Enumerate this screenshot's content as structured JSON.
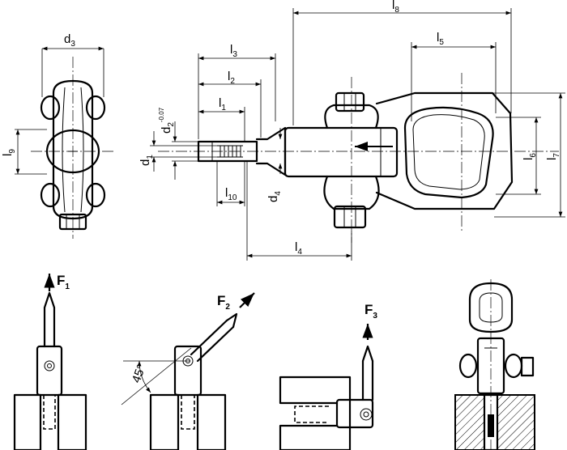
{
  "dimensions": {
    "d3": {
      "main": "d",
      "sub": "3"
    },
    "l9": {
      "main": "l",
      "sub": "9"
    },
    "l3": {
      "main": "l",
      "sub": "3"
    },
    "l2": {
      "main": "l",
      "sub": "2"
    },
    "l1": {
      "main": "l",
      "sub": "1"
    },
    "d2": {
      "main": "d",
      "sub": "2",
      "sup": "-0.07"
    },
    "d1": {
      "main": "d",
      "sub": "1"
    },
    "l10": {
      "main": "l",
      "sub": "10"
    },
    "d4": {
      "main": "d",
      "sub": "4"
    },
    "l4": {
      "main": "l",
      "sub": "4"
    },
    "l8": {
      "main": "l",
      "sub": "8"
    },
    "l5": {
      "main": "l",
      "sub": "5"
    },
    "l6": {
      "main": "l",
      "sub": "6"
    },
    "l7": {
      "main": "l",
      "sub": "7"
    }
  },
  "forces": {
    "f1": {
      "main": "F",
      "sub": "1"
    },
    "f2": {
      "main": "F",
      "sub": "2"
    },
    "f3": {
      "main": "F",
      "sub": "3"
    }
  },
  "angle_label": "45°"
}
